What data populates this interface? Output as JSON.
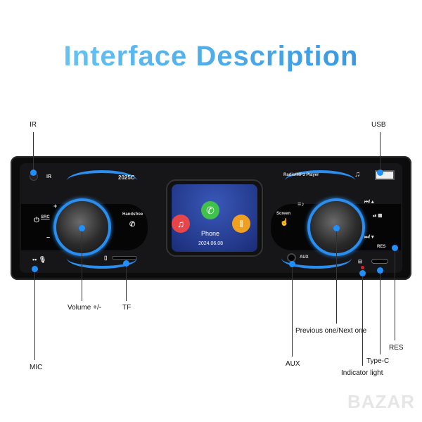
{
  "title": "Interface Description",
  "device": {
    "model": "2025C",
    "ir_text": "IR",
    "handsfree": "Handsfree",
    "radio_label": "Radio/MP3 Player",
    "screen_button": "Screen",
    "aux_text": "AUX",
    "res_text": "RES",
    "src_text": "SRC",
    "screen": {
      "app_label": "Phone",
      "date": "2024.06.08"
    }
  },
  "callouts": {
    "ir": "IR",
    "usb": "USB",
    "volume": "Volume +/-",
    "tf": "TF",
    "mic": "MIC",
    "aux": "AUX",
    "prev_next": "Previous one/Next one",
    "indicator": "Indicator light",
    "typec": "Type-C",
    "res": "RES"
  },
  "watermark": "BAZAR",
  "colors": {
    "accent": "#2a8ef0",
    "callout_dot": "#1e90ff",
    "indicator": "#e02020"
  }
}
